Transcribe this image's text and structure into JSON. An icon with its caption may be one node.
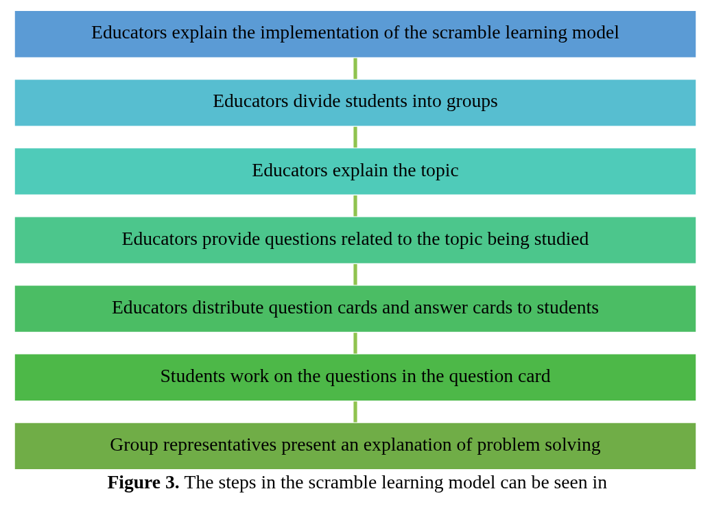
{
  "diagram": {
    "caption": "**Figure 3.** The steps in the scramble learning model can be seen in",
    "nodes": [
      {
        "text": [
          "Educators explain the implementation of the scramble learning model"
        ]
      },
      {
        "text": [
          "Educators divide students into groups"
        ]
      },
      {
        "text": [
          "Educators explain the topic"
        ]
      },
      {
        "text": [
          "Educators provide questions related to the topic being studied"
        ]
      },
      {
        "text": [
          "Educators distribute question cards and answer cards to students"
        ]
      },
      {
        "text": [
          "Students work on the questions in the question card"
        ]
      },
      {
        "text": [
          "Group representatives present an explanation of problem solving"
        ]
      }
    ],
    "edges": [
      {
        "from": 0,
        "to": 1,
        "arrow": "none"
      },
      {
        "from": 1,
        "to": 2,
        "arrow": "none"
      },
      {
        "from": 2,
        "to": 3,
        "arrow": "none"
      },
      {
        "from": 3,
        "to": 4,
        "arrow": "none"
      },
      {
        "from": 4,
        "to": 5,
        "arrow": "none"
      },
      {
        "from": 5,
        "to": 6,
        "arrow": "none"
      }
    ]
  }
}
